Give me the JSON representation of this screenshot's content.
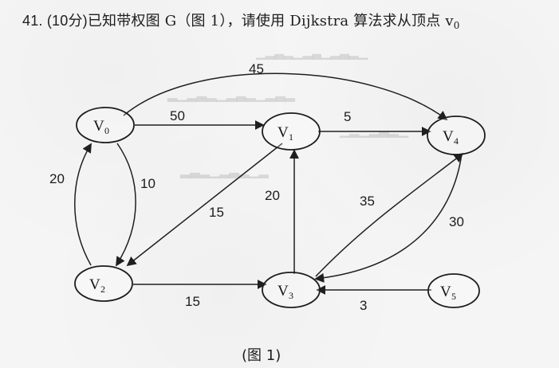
{
  "question": {
    "prefix": "41. ",
    "score": "(10分)",
    "text": "已知带权图 G（图 1），请使用 Dijkstra 算法求从顶点 v",
    "subscript": "0"
  },
  "figure_caption": "(图 1)",
  "nodes": [
    {
      "id": "V0",
      "label": "V",
      "subscript": "0"
    },
    {
      "id": "V1",
      "label": "V",
      "subscript": "1"
    },
    {
      "id": "V2",
      "label": "V",
      "subscript": "2"
    },
    {
      "id": "V3",
      "label": "V",
      "subscript": "3"
    },
    {
      "id": "V4",
      "label": "V",
      "subscript": "4"
    },
    {
      "id": "V5",
      "label": "V",
      "subscript": "5"
    }
  ],
  "edges": [
    {
      "from": "V0",
      "to": "V1",
      "weight": "50"
    },
    {
      "from": "V0",
      "to": "V4",
      "weight": "45"
    },
    {
      "from": "V0",
      "to": "V2",
      "weight": "10"
    },
    {
      "from": "V2",
      "to": "V0",
      "weight": "20"
    },
    {
      "from": "V1",
      "to": "V4",
      "weight": "5"
    },
    {
      "from": "V1",
      "to": "V2",
      "weight": "15"
    },
    {
      "from": "V2",
      "to": "V3",
      "weight": "15"
    },
    {
      "from": "V3",
      "to": "V1",
      "weight": "20"
    },
    {
      "from": "V3",
      "to": "V4",
      "weight": "35"
    },
    {
      "from": "V4",
      "to": "V3",
      "weight": "30"
    },
    {
      "from": "V5",
      "to": "V3",
      "weight": "3"
    }
  ]
}
